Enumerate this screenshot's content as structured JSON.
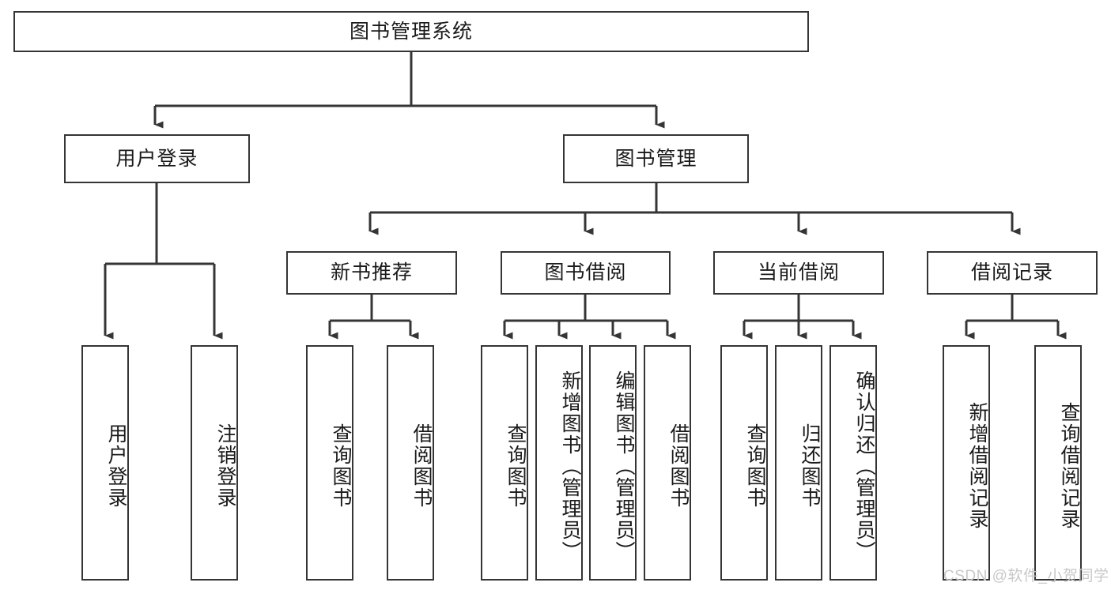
{
  "diagram": {
    "title": "图书管理系统",
    "watermark": "CSDN @软件_小贺同学",
    "line_color": "#353535",
    "box_border_color": "#353535",
    "box_fill": "#ffffff",
    "text_color": "#1a1a1a",
    "watermark_color": "#c8c8c8",
    "root": {
      "label": "图书管理系统"
    },
    "level2": [
      {
        "label": "用户登录"
      },
      {
        "label": "图书管理"
      }
    ],
    "level3": [
      {
        "label": "新书推荐"
      },
      {
        "label": "图书借阅"
      },
      {
        "label": "当前借阅"
      },
      {
        "label": "借阅记录"
      }
    ],
    "leaves": {
      "user_login": [
        {
          "label": "用户登录"
        },
        {
          "label": "注销登录"
        }
      ],
      "new_book_recommend": [
        {
          "label": "查询图书"
        },
        {
          "label": "借阅图书"
        }
      ],
      "book_borrow": [
        {
          "label": "查询图书"
        },
        {
          "label": "新增图书（管理员）"
        },
        {
          "label": "编辑图书（管理员）"
        },
        {
          "label": "借阅图书"
        }
      ],
      "current_borrow": [
        {
          "label": "查询图书"
        },
        {
          "label": "归还图书"
        },
        {
          "label": "确认归还（管理员）"
        }
      ],
      "borrow_record": [
        {
          "label": "新增借阅记录"
        },
        {
          "label": "查询借阅记录"
        }
      ]
    }
  }
}
